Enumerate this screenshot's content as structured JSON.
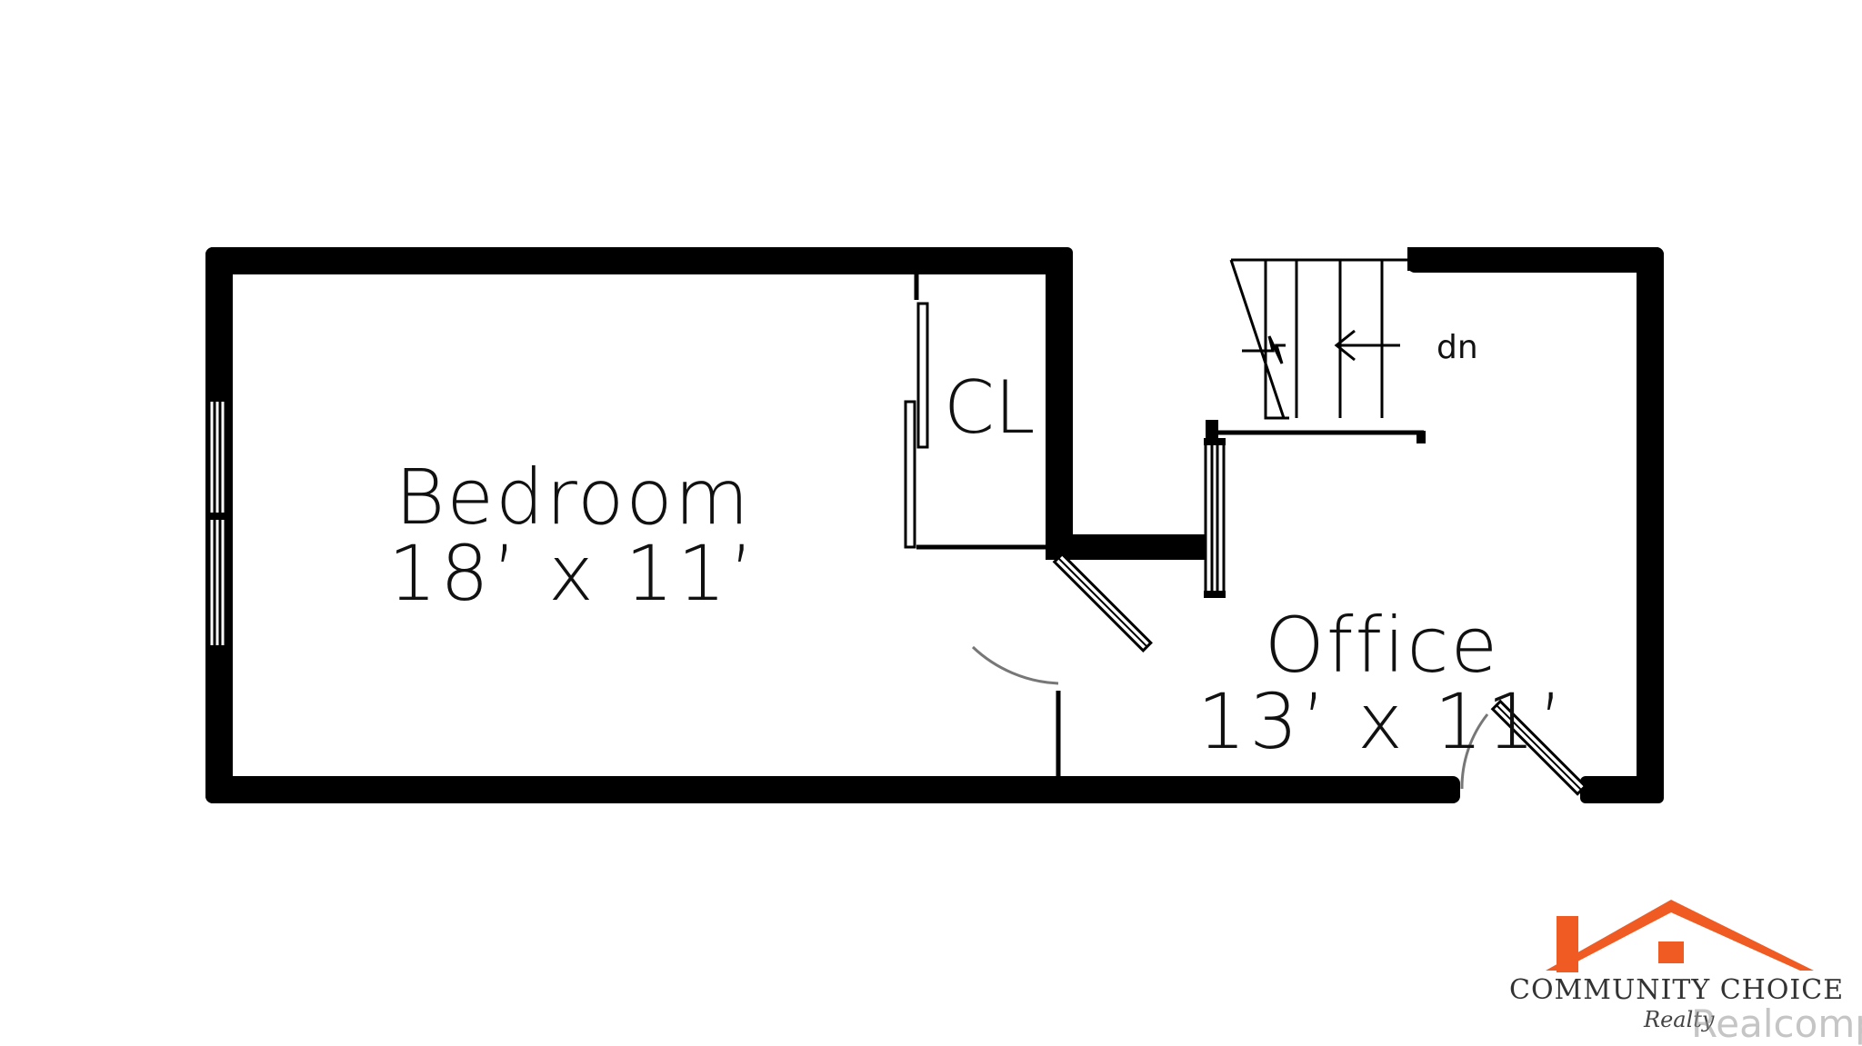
{
  "rooms": {
    "bedroom": {
      "name": "Bedroom",
      "dimensions": "18’ x 11’"
    },
    "office": {
      "name": "Office",
      "dimensions": "13’ x 11’"
    },
    "closet": {
      "name": "CL"
    }
  },
  "stairs": {
    "label": "dn"
  },
  "branding": {
    "company": "COMMUNITY CHOICE",
    "tagline": "Realty",
    "watermark": "Realcomp",
    "logo_color": "#F05A23"
  },
  "colors": {
    "wall": "#000000",
    "background": "#ffffff",
    "door_arc": "#777777"
  }
}
